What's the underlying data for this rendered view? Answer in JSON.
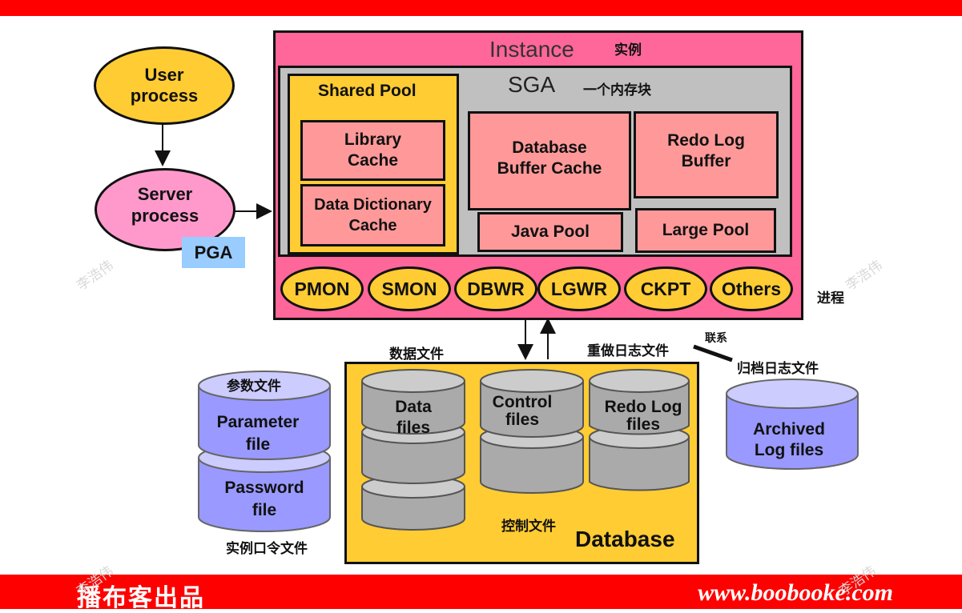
{
  "brand": "播布客出品",
  "site": "www.boobooke.com",
  "watermark": "李浩伟",
  "user_process": "User process",
  "server_process": "Server process",
  "pga": "PGA",
  "instance": {
    "title": "Instance",
    "title_cn": "实例"
  },
  "sga": {
    "title": "SGA",
    "title_cn": "一个内存块"
  },
  "shared_pool": "Shared Pool",
  "library_cache": "Library Cache",
  "data_dictionary_cache": "Data Dictionary Cache",
  "db_buffer_cache": "Database Buffer Cache",
  "redo_log_buffer": "Redo Log Buffer",
  "java_pool": "Java Pool",
  "large_pool": "Large Pool",
  "processes": [
    "PMON",
    "SMON",
    "DBWR",
    "LGWR",
    "CKPT",
    "Others"
  ],
  "processes_cn": "进程",
  "database": {
    "title": "Database",
    "data_files": "Data files",
    "data_files_cn": "数据文件",
    "control_files": "Control files",
    "control_files_cn": "控制文件",
    "redo_log_files": "Redo Log files",
    "redo_log_files_cn": "重做日志文件"
  },
  "link_cn": "联系",
  "archived": {
    "label": "Archived Log files",
    "label_cn": "归档日志文件"
  },
  "parameter_file": "Parameter file",
  "parameter_file_cn": "参数文件",
  "password_file": "Password file",
  "password_file_cn": "实例口令文件"
}
